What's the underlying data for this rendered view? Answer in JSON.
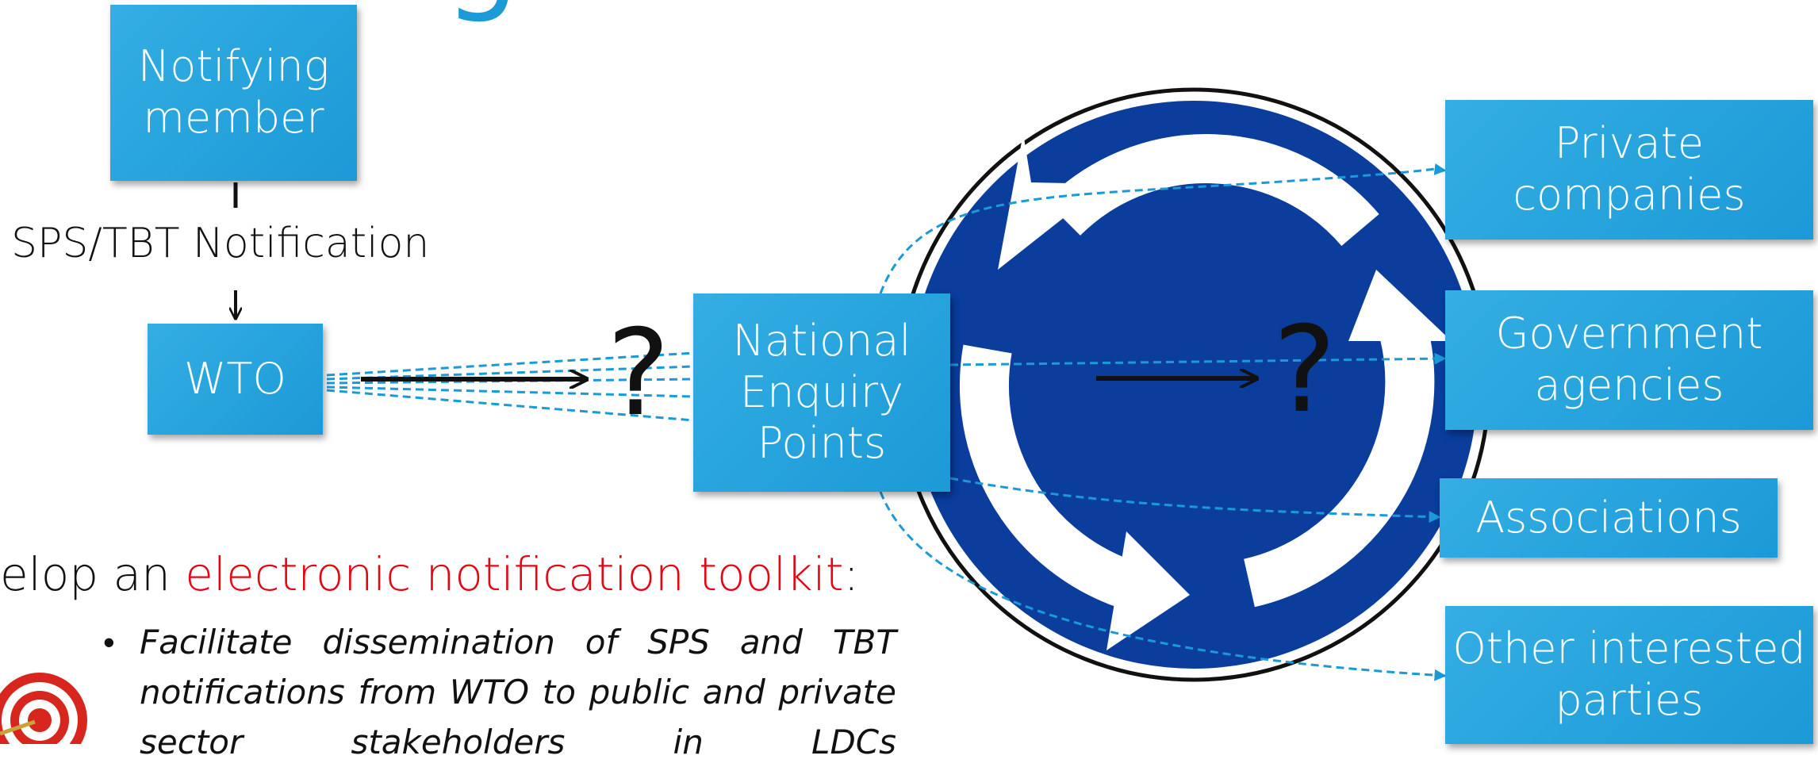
{
  "diagram": {
    "title_fragment": "g",
    "notifying_member": "Notifying\nmember",
    "notification_label": "SPS/TBT Notification",
    "wto": "WTO",
    "question_mark_1": "?",
    "nep": "National\nEnquiry\nPoints",
    "question_mark_2": "?",
    "recipients": [
      {
        "label": "Private\ncompanies"
      },
      {
        "label": "Government\nagencies"
      },
      {
        "label": "Associations"
      },
      {
        "label": "Other interested\nparties"
      }
    ]
  },
  "heading": {
    "prefix": "elop an ",
    "highlight": "electronic notification toolkit",
    "suffix": ":"
  },
  "bullet": {
    "symbol": "•",
    "text": "Facilitate dissemination of SPS and TBT notifications from WTO to public and private sector stakeholders in LDCs"
  },
  "icons": {
    "roundabout": "roundabout-sign-icon",
    "target": "target-icon"
  },
  "colors": {
    "box_blue": "#29a8e0",
    "sign_blue": "#0a3d9c",
    "highlight_red": "#e30613",
    "arrow_dashed": "#1b9ad7"
  }
}
